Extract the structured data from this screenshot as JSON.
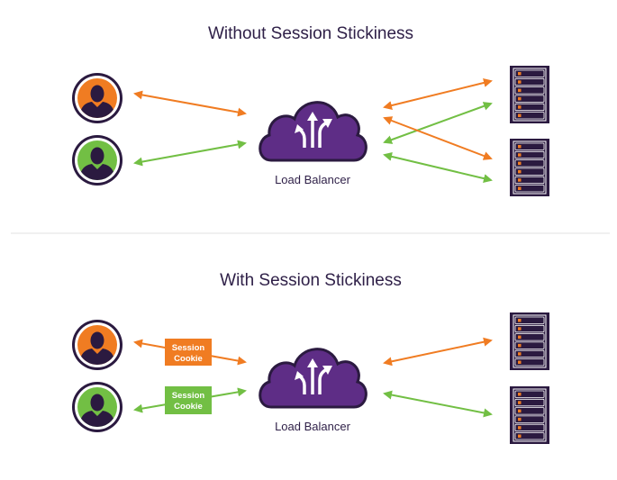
{
  "sections": [
    {
      "title": "Without Session Stickiness",
      "load_balancer_label": "Load Balancer"
    },
    {
      "title": "With Session Stickiness",
      "load_balancer_label": "Load Balancer",
      "cookies": [
        {
          "line1": "Session",
          "line2": "Cookie",
          "color": "#f07c22"
        },
        {
          "line1": "Session",
          "line2": "Cookie",
          "color": "#72bf44"
        }
      ]
    }
  ],
  "colors": {
    "orange": "#f07c22",
    "green": "#72bf44",
    "purple": "#5e2d86",
    "dark": "#2b1a40"
  },
  "icons": [
    "user-icon",
    "cloud-load-balancer-icon",
    "server-rack-icon"
  ]
}
